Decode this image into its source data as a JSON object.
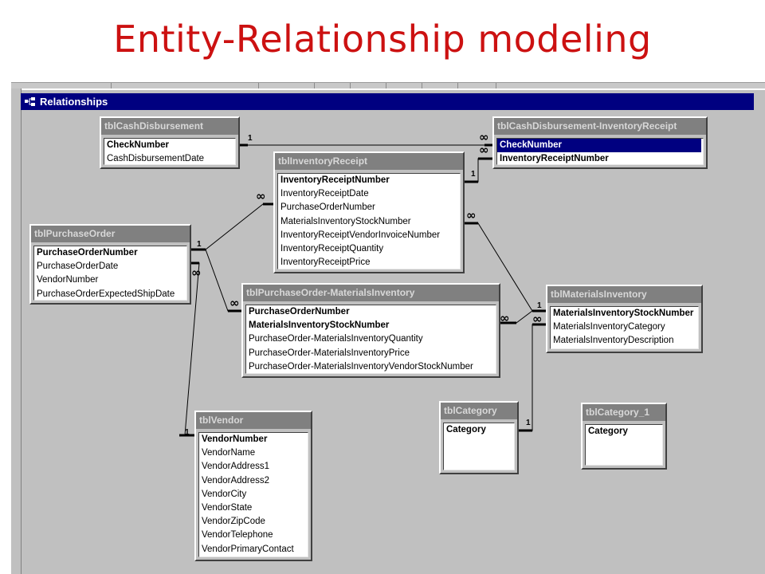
{
  "slide_title": "Entity-Relationship modeling",
  "window": {
    "title": "Relationships"
  },
  "cardinality": {
    "one": "1",
    "many": "∞"
  },
  "tables": {
    "cash_disbursement": {
      "name": "tblCashDisbursement",
      "fields": [
        "CheckNumber",
        "CashDisbursementDate"
      ]
    },
    "cash_disb_inv_receipt": {
      "name": "tblCashDisbursement-InventoryReceipt",
      "fields": [
        "CheckNumber",
        "InventoryReceiptNumber"
      ]
    },
    "inventory_receipt": {
      "name": "tblInventoryReceipt",
      "fields": [
        "InventoryReceiptNumber",
        "InventoryReceiptDate",
        "PurchaseOrderNumber",
        "MaterialsInventoryStockNumber",
        "InventoryReceiptVendorInvoiceNumber",
        "InventoryReceiptQuantity",
        "InventoryReceiptPrice"
      ]
    },
    "purchase_order": {
      "name": "tblPurchaseOrder",
      "fields": [
        "PurchaseOrderNumber",
        "PurchaseOrderDate",
        "VendorNumber",
        "PurchaseOrderExpectedShipDate"
      ]
    },
    "po_materials_inventory": {
      "name": "tblPurchaseOrder-MaterialsInventory",
      "fields": [
        "PurchaseOrderNumber",
        "MaterialsInventoryStockNumber",
        "PurchaseOrder-MaterialsInventoryQuantity",
        "PurchaseOrder-MaterialsInventoryPrice",
        "PurchaseOrder-MaterialsInventoryVendorStockNumber"
      ]
    },
    "materials_inventory": {
      "name": "tblMaterialsInventory",
      "fields": [
        "MaterialsInventoryStockNumber",
        "MaterialsInventoryCategory",
        "MaterialsInventoryDescription"
      ]
    },
    "vendor": {
      "name": "tblVendor",
      "fields": [
        "VendorNumber",
        "VendorName",
        "VendorAddress1",
        "VendorAddress2",
        "VendorCity",
        "VendorState",
        "VendorZipCode",
        "VendorTelephone",
        "VendorPrimaryContact"
      ]
    },
    "category": {
      "name": "tblCategory",
      "fields": [
        "Category"
      ]
    },
    "category_1": {
      "name": "tblCategory_1",
      "fields": [
        "Category"
      ]
    }
  }
}
